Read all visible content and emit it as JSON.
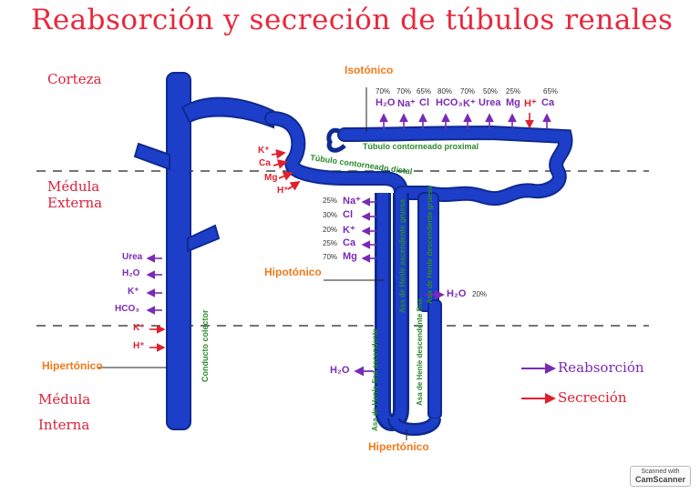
{
  "title": "Reabsorción y secreción de túbulos renales",
  "zones": {
    "corteza": "Corteza",
    "medula_externa_1": "Médula",
    "medula_externa_2": "Externa",
    "medula_interna_1": "Médula",
    "medula_interna_2": "Interna"
  },
  "osmolarity": {
    "isotonico": "Isotónico",
    "hipotonico": "Hipotónico",
    "hipertonico_left": "Hipertónico",
    "hipertonico_bottom": "Hipertónico"
  },
  "segments": {
    "tubulo_proximal": "Túbulo contorneado proximal",
    "tubulo_distal": "Túbulo contorneado distal",
    "conducto_colector": "Conducto colector",
    "asa_desc_gruesa": "Asa de Henle descendente gruesa",
    "asa_desc_fina": "Asa de Henle descendente fina",
    "asa_asc_gruesa": "Asa de Henle ascendente gruesa",
    "asa_asc_fina": "Asa de Henle fina ascendente"
  },
  "proximal": {
    "percents": [
      "70%",
      "70%",
      "65%",
      "80%",
      "70%",
      "50%",
      "25%",
      "",
      "65%"
    ],
    "ions": [
      "H₂O",
      "Na⁺",
      "Cl",
      "HCO₃",
      "K⁺",
      "Urea",
      "Mg",
      "H⁺",
      "Ca"
    ]
  },
  "distal_secretion": [
    "K⁺",
    "Ca",
    "Mg",
    "H⁺"
  ],
  "asa_gruesa": {
    "percents": [
      "25%",
      "30%",
      "20%",
      "25%",
      "70%"
    ],
    "ions": [
      "Na⁺",
      "Cl",
      "K⁺",
      "Ca",
      "Mg"
    ]
  },
  "desc_fina_water": {
    "ion": "H₂O",
    "pct": "20%"
  },
  "asc_fina_water": {
    "ion": "H₂O"
  },
  "colector": {
    "reabsorption": [
      "Urea",
      "H₂O",
      "K⁺",
      "HCO₃"
    ],
    "secretion": [
      "K⁺",
      "H⁺"
    ]
  },
  "legend": {
    "reabsorcion": "Reabsorción",
    "secrecion": "Secreción"
  },
  "scanner": {
    "line1": "Scanned with",
    "line2": "CamScanner"
  },
  "colors": {
    "tubule": "#1c3ec9",
    "tubule_dark": "#0f2a8f",
    "reabsorption": "#7a2ab5",
    "secretion": "#e0202e",
    "title": "#e8283c",
    "label_green": "#2b8a2e",
    "orange": "#f07a1a"
  }
}
